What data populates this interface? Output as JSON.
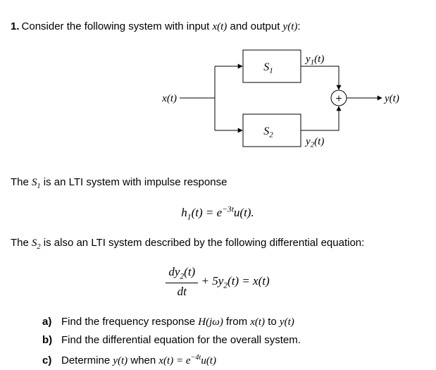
{
  "doc": {
    "number": "1.",
    "intro_t1": "Consider the following system with input ",
    "intro_m1": "x(t)",
    "intro_t2": " and output ",
    "intro_m2": "y(t)",
    "intro_t3": ":"
  },
  "diagram": {
    "input_label": "x(t)",
    "output_label": "y(t)",
    "block1": {
      "name": "S",
      "sub": "1"
    },
    "block2": {
      "name": "S",
      "sub": "2"
    },
    "signal1": {
      "name": "y",
      "sub": "1",
      "suffix": "(t)"
    },
    "signal2": {
      "name": "y",
      "sub": "2",
      "suffix": "(t)"
    },
    "sum_symbol": "+"
  },
  "para1": {
    "t1": "The ",
    "m1": "S",
    "m1_sub": "1",
    "t2": " is an LTI system with impulse response"
  },
  "eq1": {
    "p1": "h",
    "sub": "1",
    "p2": "(t) = e",
    "sup": "−3t",
    "p3": "u(t)."
  },
  "para2": {
    "t1": "The ",
    "m1": "S",
    "m1_sub": "2",
    "t2": " is also an LTI system described by the following differential equation:"
  },
  "eq2": {
    "num_p1": "dy",
    "num_sub": "2",
    "num_p2": "(t)",
    "den": "dt",
    "rest_p1": " + 5y",
    "rest_sub": "2",
    "rest_p2": "(t) = x(t)"
  },
  "questions": {
    "a": {
      "label": "a)",
      "t1": "Find the frequency response ",
      "m1": "H(jω)",
      "t2": " from ",
      "m2": "x(t)",
      "t3": " to ",
      "m3": "y(t)"
    },
    "b": {
      "label": "b)",
      "t1": "Find the differential equation for the overall system."
    },
    "c": {
      "label": "c)",
      "t1": "Determine ",
      "m1": "y(t)",
      "t2": " when ",
      "m2": "x(t) = e",
      "sup": "−4t",
      "m3": "u(t)"
    }
  }
}
